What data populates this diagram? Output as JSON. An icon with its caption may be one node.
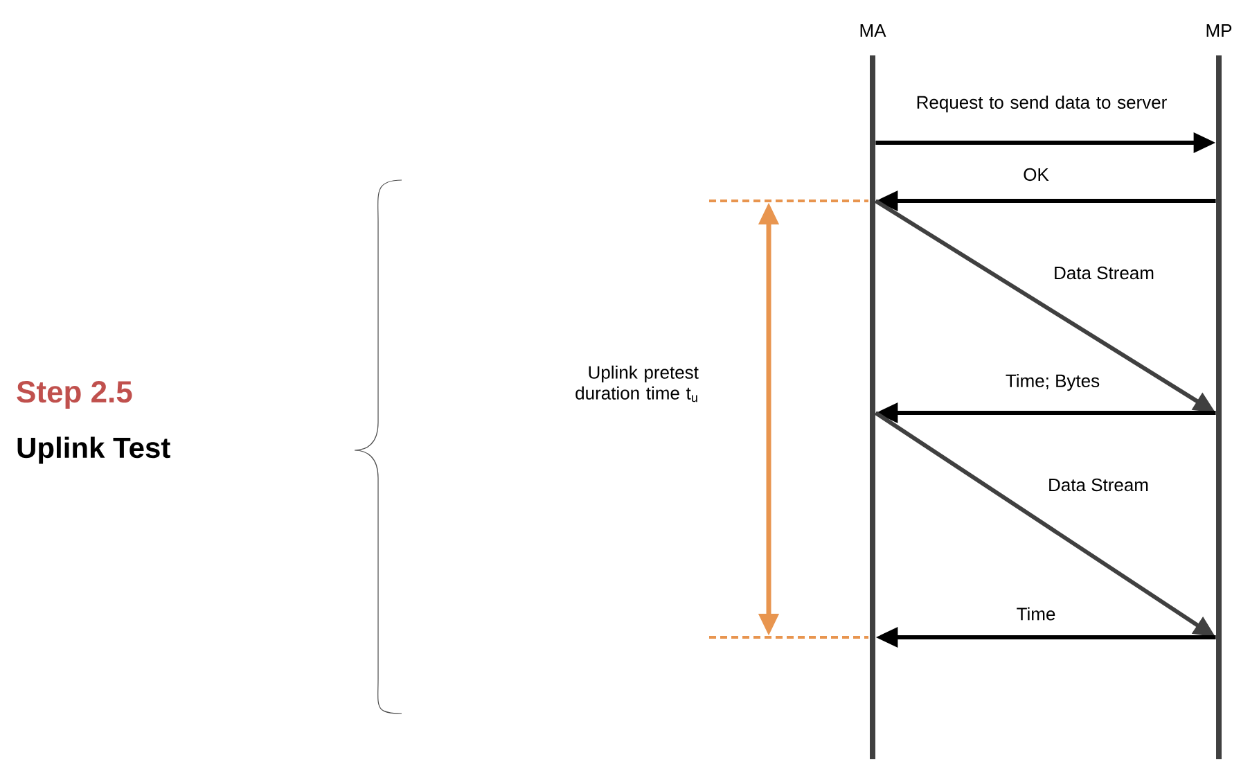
{
  "diagram": {
    "nodes": [
      {
        "text": [
          "MA"
        ]
      },
      {
        "text": [
          "MP"
        ]
      }
    ],
    "edges": [
      {
        "from": 0,
        "to": 1,
        "arrow": "to",
        "label": "Request to send data to server"
      },
      {
        "from": 1,
        "to": 0,
        "arrow": "to",
        "label": "OK"
      },
      {
        "from": 0,
        "to": 1,
        "arrow": "to",
        "label": "Data Stream",
        "color": "#404040"
      },
      {
        "from": 1,
        "to": 0,
        "arrow": "to",
        "label": "Time; Bytes"
      },
      {
        "from": 0,
        "to": 1,
        "arrow": "to",
        "label": "Data Stream",
        "color": "#404040"
      },
      {
        "from": 1,
        "to": 0,
        "arrow": "to",
        "label": "Time"
      }
    ],
    "labels": [
      "Step 2.5",
      "Uplink Test",
      "Uplink pretest duration time t$_{u}$"
    ]
  }
}
